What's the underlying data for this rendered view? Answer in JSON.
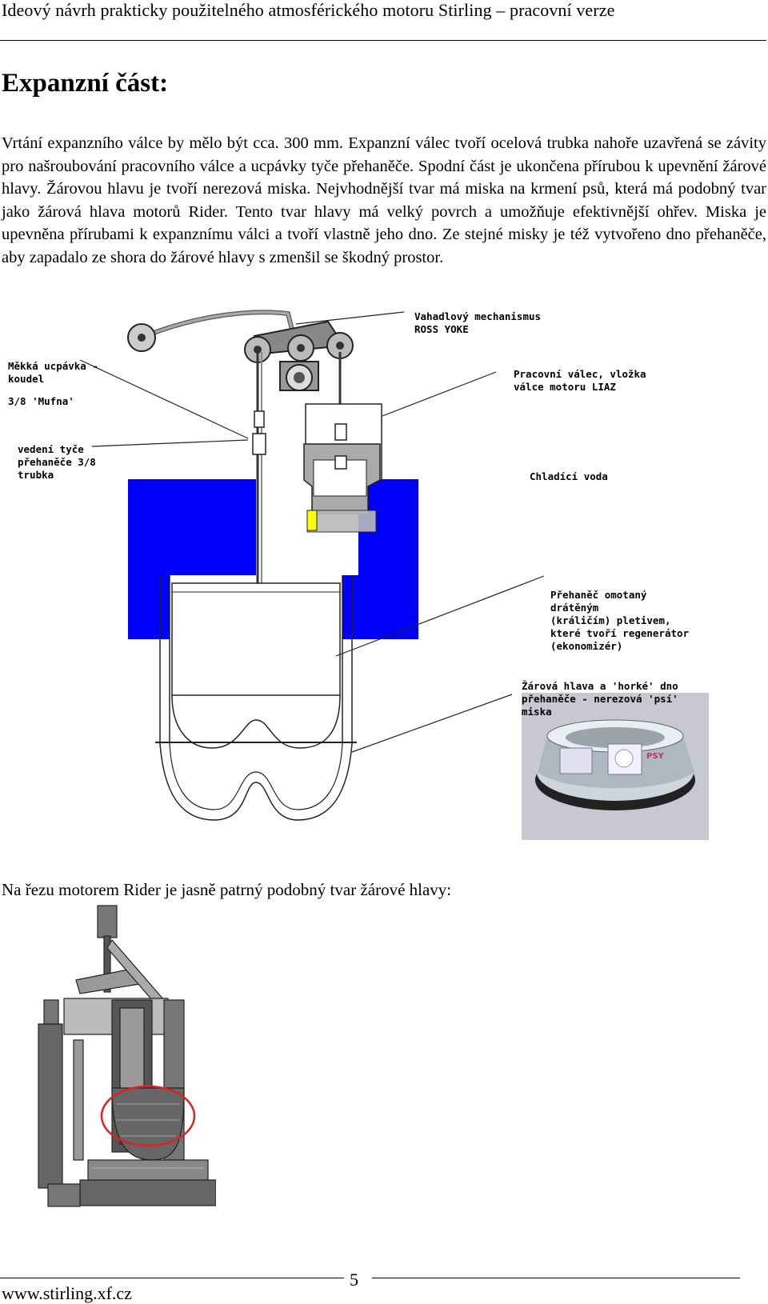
{
  "header": {
    "title": "Ideový návrh prakticky použitelného atmosférického motoru Stirling – pracovní verze"
  },
  "section": {
    "heading": "Expanzní část:",
    "paragraph": "Vrtání expanzního válce by mělo být cca. 300 mm. Expanzní válec tvoří ocelová trubka nahoře uzavřená se závity pro našroubování pracovního válce a ucpávky tyče přehaněče. Spodní část je ukončena přírubou k upevnění žárové hlavy. Žárovou hlavu je tvoří nerezová miska. Nejvhodnější tvar má miska na krmení psů, která má podobný tvar jako žárová hlava motorů Rider. Tento tvar hlavy má velký povrch a umožňuje efektivnější ohřev. Miska je upevněna přírubami k expanznímu válci a tvoří vlastně jeho dno. Ze stejné misky je též vytvořeno dno přehaněče, aby zapadalo ze shora do žárové hlavy s zmenšil se škodný prostor."
  },
  "diagram": {
    "labels": {
      "rocker": "Vahadlový mechanismus\nROSS YOKE",
      "packing": "Měkká ucpávka -\nkoudel",
      "mufna": "3/8 'Mufna'",
      "rod_guide": "vedení tyče\npřehaněče 3/8\ntrubka",
      "work_cylinder": "Pracovní válec, vložka\nválce motoru LIAZ",
      "cooling": "Chladící voda",
      "displacer": "Přehaněč omotaný\ndrátěným\n(králičím) pletivem,\nkteré tvoří regenerátor\n(ekonomizér)",
      "hot_head": "Žárová hlava a 'horké' dno\npřehaněče - nerezová 'psí'\nmiska"
    },
    "bowl_label": "PSY",
    "colors": {
      "cooling_water": "#0000ff",
      "piston_ring": "#ffff00"
    }
  },
  "caption": {
    "rider": "Na řezu motorem Rider je jasně patrný podobný tvar žárové hlavy:"
  },
  "rider_figure": {
    "highlight_color": "#e02020"
  },
  "footer": {
    "page_number": "5",
    "url": "www.stirling.xf.cz"
  }
}
